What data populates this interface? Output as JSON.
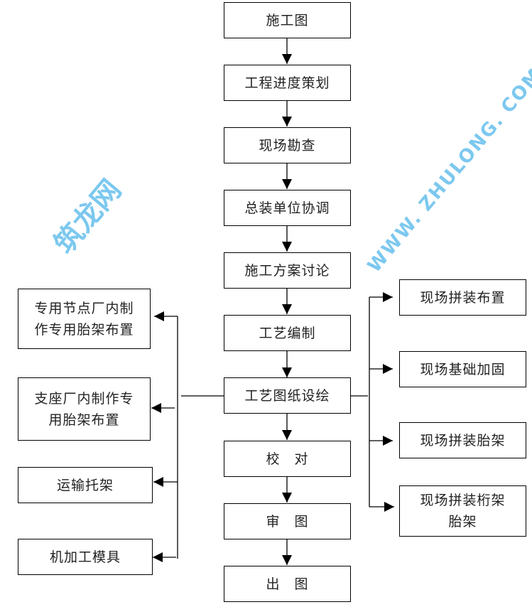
{
  "main_flow": [
    {
      "id": "construction-drawings",
      "label": "施工图"
    },
    {
      "id": "schedule-planning",
      "label": "工程进度策划"
    },
    {
      "id": "site-survey",
      "label": "现场勘查"
    },
    {
      "id": "general-contractor-coordination",
      "label": "总装单位协调"
    },
    {
      "id": "plan-discussion",
      "label": "施工方案讨论"
    },
    {
      "id": "process-compilation",
      "label": "工艺编制"
    },
    {
      "id": "process-drawing-design",
      "label": "工艺图纸设绘"
    },
    {
      "id": "proofreading",
      "label": "校　对"
    },
    {
      "id": "drawing-review",
      "label": "审　图"
    },
    {
      "id": "drawing-release",
      "label": "出　图"
    }
  ],
  "left_branch": [
    {
      "id": "node-fixture-layout",
      "label": "专用节点厂内制\n作专用胎架布置"
    },
    {
      "id": "support-fixture-layout",
      "label": "支座厂内制作专\n用胎架布置"
    },
    {
      "id": "transport-bracket",
      "label": "运输托架"
    },
    {
      "id": "machining-mold",
      "label": "机加工模具"
    }
  ],
  "right_branch": [
    {
      "id": "site-assembly-layout",
      "label": "现场拼装布置"
    },
    {
      "id": "site-foundation-reinforcement",
      "label": "现场基础加固"
    },
    {
      "id": "site-assembly-fixture",
      "label": "现场拼装胎架"
    },
    {
      "id": "site-truss-assembly-fixture",
      "label": "现场拼装桁架\n胎架"
    }
  ],
  "watermark": {
    "cn": "筑龙网",
    "en": "WWW. ZHULONG. COM",
    "color": "#7cc8ef"
  }
}
